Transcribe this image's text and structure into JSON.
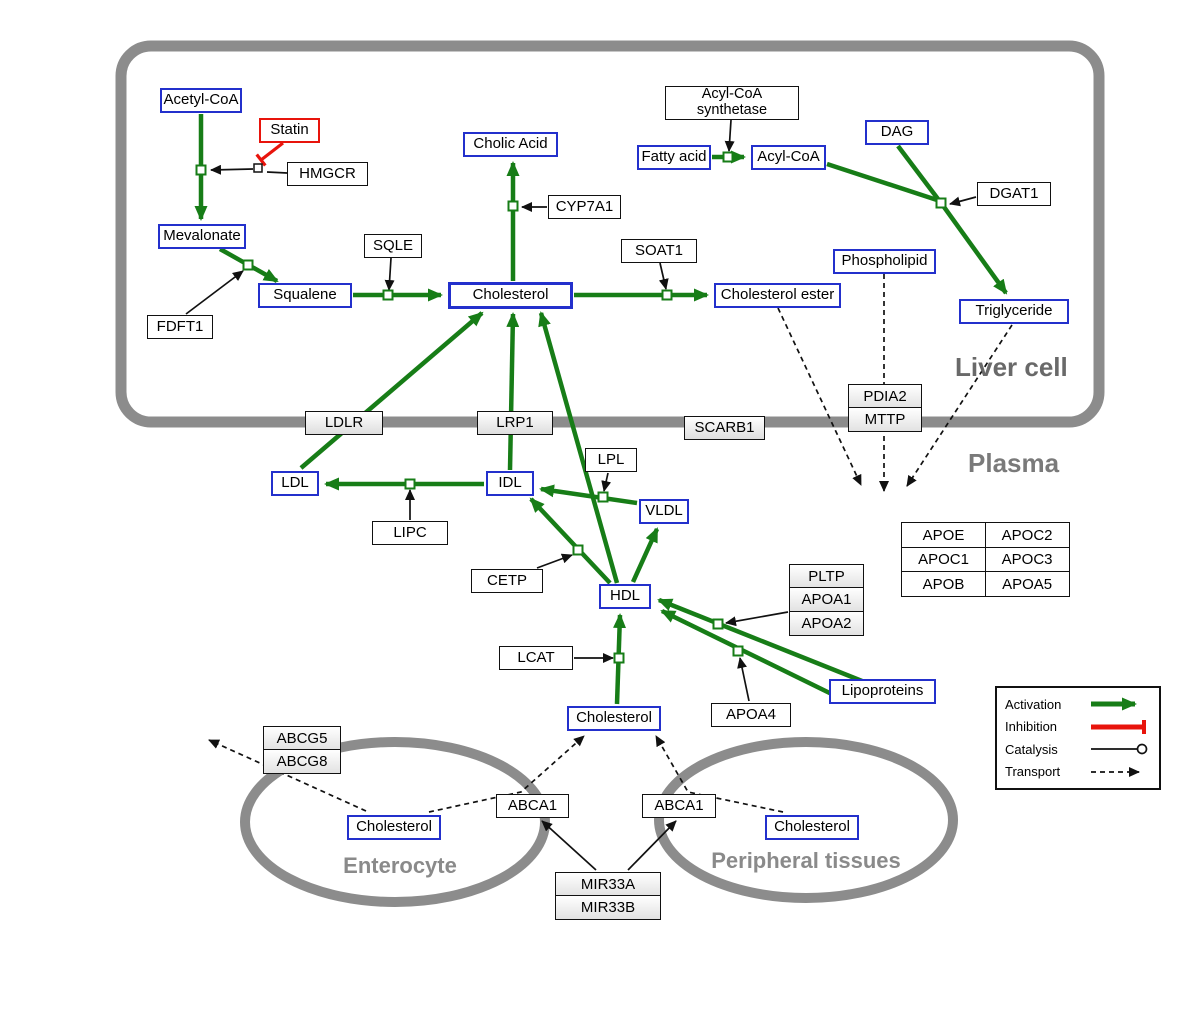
{
  "regions": {
    "liver": "Liver cell",
    "plasma": "Plasma",
    "enterocyte": "Enterocyte",
    "peripheral": "Peripheral tissues"
  },
  "nodes": {
    "acetyl_coa": "Acetyl-CoA",
    "statin": "Statin",
    "hmgcr": "HMGCR",
    "mevalonate": "Mevalonate",
    "fdft1": "FDFT1",
    "squalene": "Squalene",
    "sqle": "SQLE",
    "cholesterol_liver": "Cholesterol",
    "cholic_acid": "Cholic Acid",
    "cyp7a1": "CYP7A1",
    "soat1": "SOAT1",
    "cholesterol_ester": "Cholesterol ester",
    "acyl_coa_synthetase": "Acyl-CoA\nsynthetase",
    "fatty_acid": "Fatty acid",
    "acyl_coa": "Acyl-CoA",
    "dag": "DAG",
    "dgat1": "DGAT1",
    "phospholipid": "Phospholipid",
    "triglyceride": "Triglyceride",
    "ldlr": "LDLR",
    "lrp1": "LRP1",
    "scarb1": "SCARB1",
    "pdia2": "PDIA2",
    "mttp": "MTTP",
    "ldl": "LDL",
    "idl": "IDL",
    "lipc": "LIPC",
    "lpl": "LPL",
    "vldl": "VLDL",
    "cetp": "CETP",
    "hdl": "HDL",
    "lcat": "LCAT",
    "apoa4": "APOA4",
    "lipoproteins": "Lipoproteins",
    "pltp": "PLTP",
    "apoa1": "APOA1",
    "apoa2": "APOA2",
    "cholesterol_plasma": "Cholesterol",
    "abcg5": "ABCG5",
    "abcg8": "ABCG8",
    "cholesterol_enterocyte": "Cholesterol",
    "abca1_left": "ABCA1",
    "abca1_right": "ABCA1",
    "cholesterol_peripheral": "Cholesterol",
    "mir33a": "MIR33A",
    "mir33b": "MIR33B"
  },
  "apo_table": [
    [
      "APOE",
      "APOC2"
    ],
    [
      "APOC1",
      "APOC3"
    ],
    [
      "APOB",
      "APOA5"
    ]
  ],
  "legend": {
    "activation": "Activation",
    "inhibition": "Inhibition",
    "catalysis": "Catalysis",
    "transport": "Transport"
  },
  "colors": {
    "activation_green": "#177d17",
    "inhibition_red": "#e8140c",
    "entity_blue": "#2330cc",
    "membrane_gray": "#8c8c8c"
  }
}
